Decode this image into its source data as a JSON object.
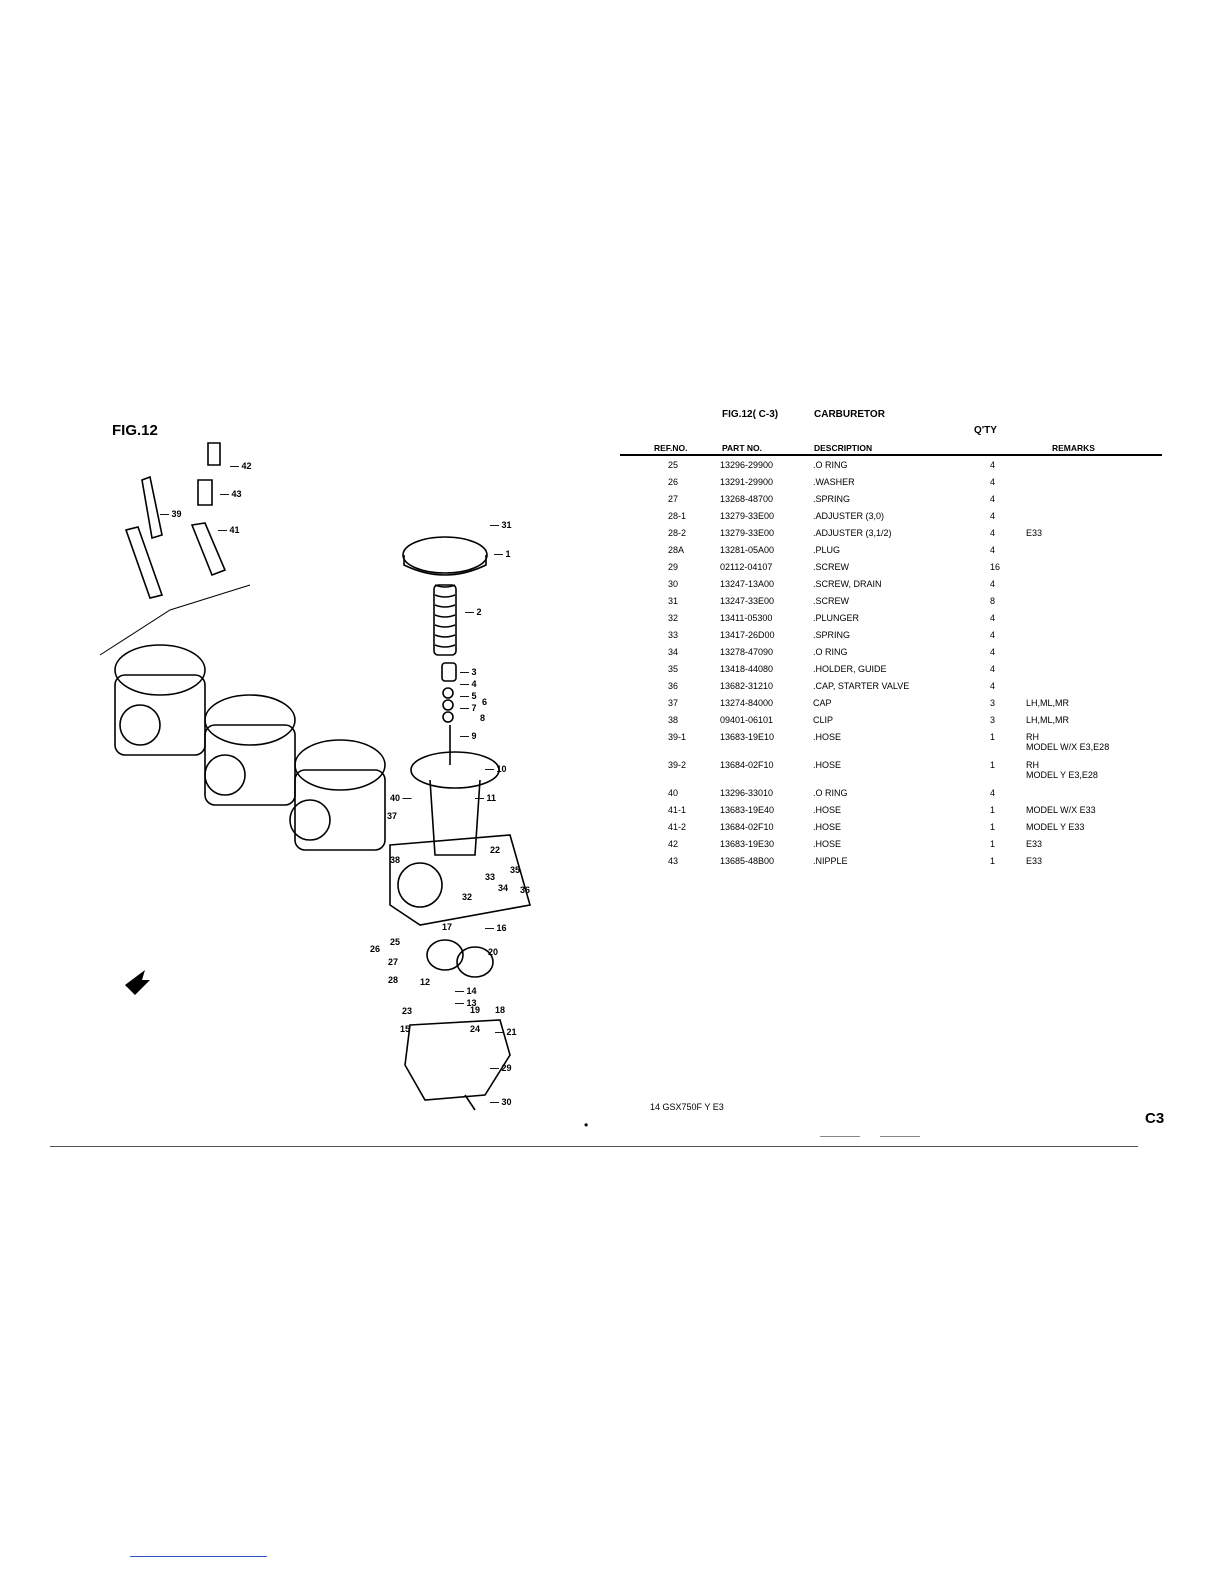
{
  "figure": {
    "label": "FIG.12",
    "fig_code": "FIG.12( C-3)",
    "title": "CARBURETOR"
  },
  "table": {
    "headers": {
      "qty_over": "Q'TY",
      "ref_no": "REF.NO.",
      "part_no": "PART NO.",
      "description": "DESCRIPTION",
      "remarks": "REMARKS"
    },
    "rows": [
      {
        "ref": "25",
        "part": "13296-29900",
        "desc": ".O RING",
        "qty": "4",
        "remarks": ""
      },
      {
        "ref": "26",
        "part": "13291-29900",
        "desc": ".WASHER",
        "qty": "4",
        "remarks": ""
      },
      {
        "ref": "27",
        "part": "13268-48700",
        "desc": ".SPRING",
        "qty": "4",
        "remarks": ""
      },
      {
        "ref": "28-1",
        "part": "13279-33E00",
        "desc": ".ADJUSTER (3,0)",
        "qty": "4",
        "remarks": ""
      },
      {
        "ref": "28-2",
        "part": "13279-33E00",
        "desc": ".ADJUSTER (3,1/2)",
        "qty": "4",
        "remarks": "E33"
      },
      {
        "ref": "28A",
        "part": "13281-05A00",
        "desc": ".PLUG",
        "qty": "4",
        "remarks": ""
      },
      {
        "ref": "29",
        "part": "02112-04107",
        "desc": ".SCREW",
        "qty": "16",
        "remarks": ""
      },
      {
        "ref": "30",
        "part": "13247-13A00",
        "desc": ".SCREW, DRAIN",
        "qty": "4",
        "remarks": ""
      },
      {
        "ref": "31",
        "part": "13247-33E00",
        "desc": ".SCREW",
        "qty": "8",
        "remarks": ""
      },
      {
        "ref": "32",
        "part": "13411-05300",
        "desc": ".PLUNGER",
        "qty": "4",
        "remarks": ""
      },
      {
        "ref": "33",
        "part": "13417-26D00",
        "desc": ".SPRING",
        "qty": "4",
        "remarks": ""
      },
      {
        "ref": "34",
        "part": "13278-47090",
        "desc": ".O RING",
        "qty": "4",
        "remarks": ""
      },
      {
        "ref": "35",
        "part": "13418-44080",
        "desc": ".HOLDER, GUIDE",
        "qty": "4",
        "remarks": ""
      },
      {
        "ref": "36",
        "part": "13682-31210",
        "desc": ".CAP, STARTER VALVE",
        "qty": "4",
        "remarks": ""
      },
      {
        "ref": "37",
        "part": "13274-84000",
        "desc": "CAP",
        "qty": "3",
        "remarks": "LH,ML,MR"
      },
      {
        "ref": "38",
        "part": "09401-06101",
        "desc": "CLIP",
        "qty": "3",
        "remarks": "LH,ML,MR"
      },
      {
        "ref": "39-1",
        "part": "13683-19E10",
        "desc": ".HOSE",
        "qty": "1",
        "remarks": "RH\nMODEL W/X E3,E28"
      },
      {
        "ref": "39-2",
        "part": "13684-02F10",
        "desc": ".HOSE",
        "qty": "1",
        "remarks": "RH\nMODEL Y E3,E28"
      },
      {
        "ref": "40",
        "part": "13296-33010",
        "desc": ".O RING",
        "qty": "4",
        "remarks": ""
      },
      {
        "ref": "41-1",
        "part": "13683-19E40",
        "desc": ".HOSE",
        "qty": "1",
        "remarks": "MODEL W/X E33"
      },
      {
        "ref": "41-2",
        "part": "13684-02F10",
        "desc": ".HOSE",
        "qty": "1",
        "remarks": "MODEL Y E33"
      },
      {
        "ref": "42",
        "part": "13683-19E30",
        "desc": ".HOSE",
        "qty": "1",
        "remarks": "E33"
      },
      {
        "ref": "43",
        "part": "13685-48B00",
        "desc": ".NIPPLE",
        "qty": "1",
        "remarks": "E33"
      }
    ]
  },
  "diagram_callouts": [
    "42",
    "43",
    "39",
    "41",
    "31",
    "1",
    "2",
    "3",
    "4",
    "5",
    "6",
    "7",
    "8",
    "9",
    "10",
    "11",
    "40",
    "37",
    "38",
    "22",
    "33",
    "35",
    "34",
    "36",
    "32",
    "17",
    "16",
    "25",
    "26",
    "27",
    "20",
    "28",
    "12",
    "14",
    "13",
    "19",
    "18",
    "23",
    "15",
    "21",
    "24",
    "29",
    "30"
  ],
  "footer": {
    "model": "14 GSX750F Y E3",
    "page_code": "C3"
  }
}
